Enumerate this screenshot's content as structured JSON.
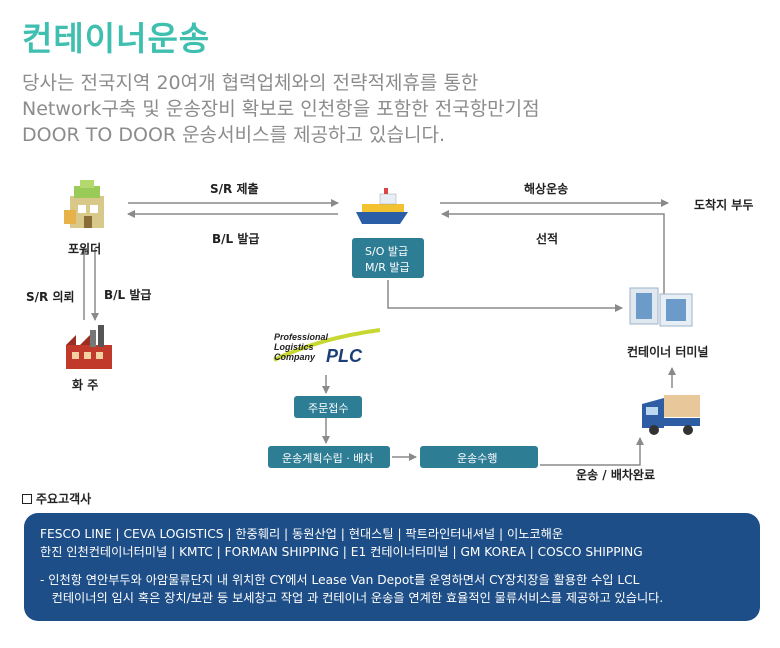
{
  "title": "컨테이너운송",
  "intro": [
    "당사는 전국지역 20여개 협력업체와의 전략적제휴를 통한",
    "Network구축 및 운송장비 확보로 인천항을 포함한 전국항만기점",
    "DOOR TO DOOR 운송서비스를 제공하고 있습니다."
  ],
  "diagram": {
    "forwarder": "포워더",
    "shipper": "화 주",
    "sr_submit": "S/R 제출",
    "bl_issue_top": "B/L 발급",
    "sr_request": "S/R 의뢰",
    "bl_issue_side": "B/L 발급",
    "sea_transport": "해상운송",
    "destination_port": "도착지 부두",
    "loading": "선적",
    "so_issue": "S/O 발급",
    "mr_issue": "M/R 발급",
    "container_terminal": "컨테이너 터미널",
    "plc_logo": [
      "Professional",
      "Logistics",
      "Company"
    ],
    "plc_abbr": "PLC",
    "order_receipt": "주문접수",
    "plan_dispatch": "운송계획수립 · 배차",
    "execute": "운송수행",
    "dispatch_done": "운송 / 배차완료"
  },
  "clients": {
    "section_title": "주요고객사",
    "line1": "FESCO LINE | CEVA LOGISTICS | 한중훼리 | 동원산업 | 현대스틸 | 팍트라인터내셔널 | 이노코해운",
    "line2": "한진 인천컨테이너터미널 | KMTC | FORMAN SHIPPING | E1 컨테이너터미널 | GM KOREA | COSCO SHIPPING",
    "note1": "-  인천항 연안부두와 아암물류단지 내 위치한 CY에서 Lease Van Depot를 운영하면서 CY장치장을 활용한 수입 LCL",
    "note2": "   컨테이너의 임시 혹은 장치/보관 등 보세창고 작업 과 컨테이너 운송을 연계한 효율적인 물류서비스를 제공하고 있습니다."
  },
  "colors": {
    "title": "#3fbfb0",
    "box": "#2d7e95",
    "panel": "#1e4e87",
    "arrow": "#8a8a8a"
  }
}
